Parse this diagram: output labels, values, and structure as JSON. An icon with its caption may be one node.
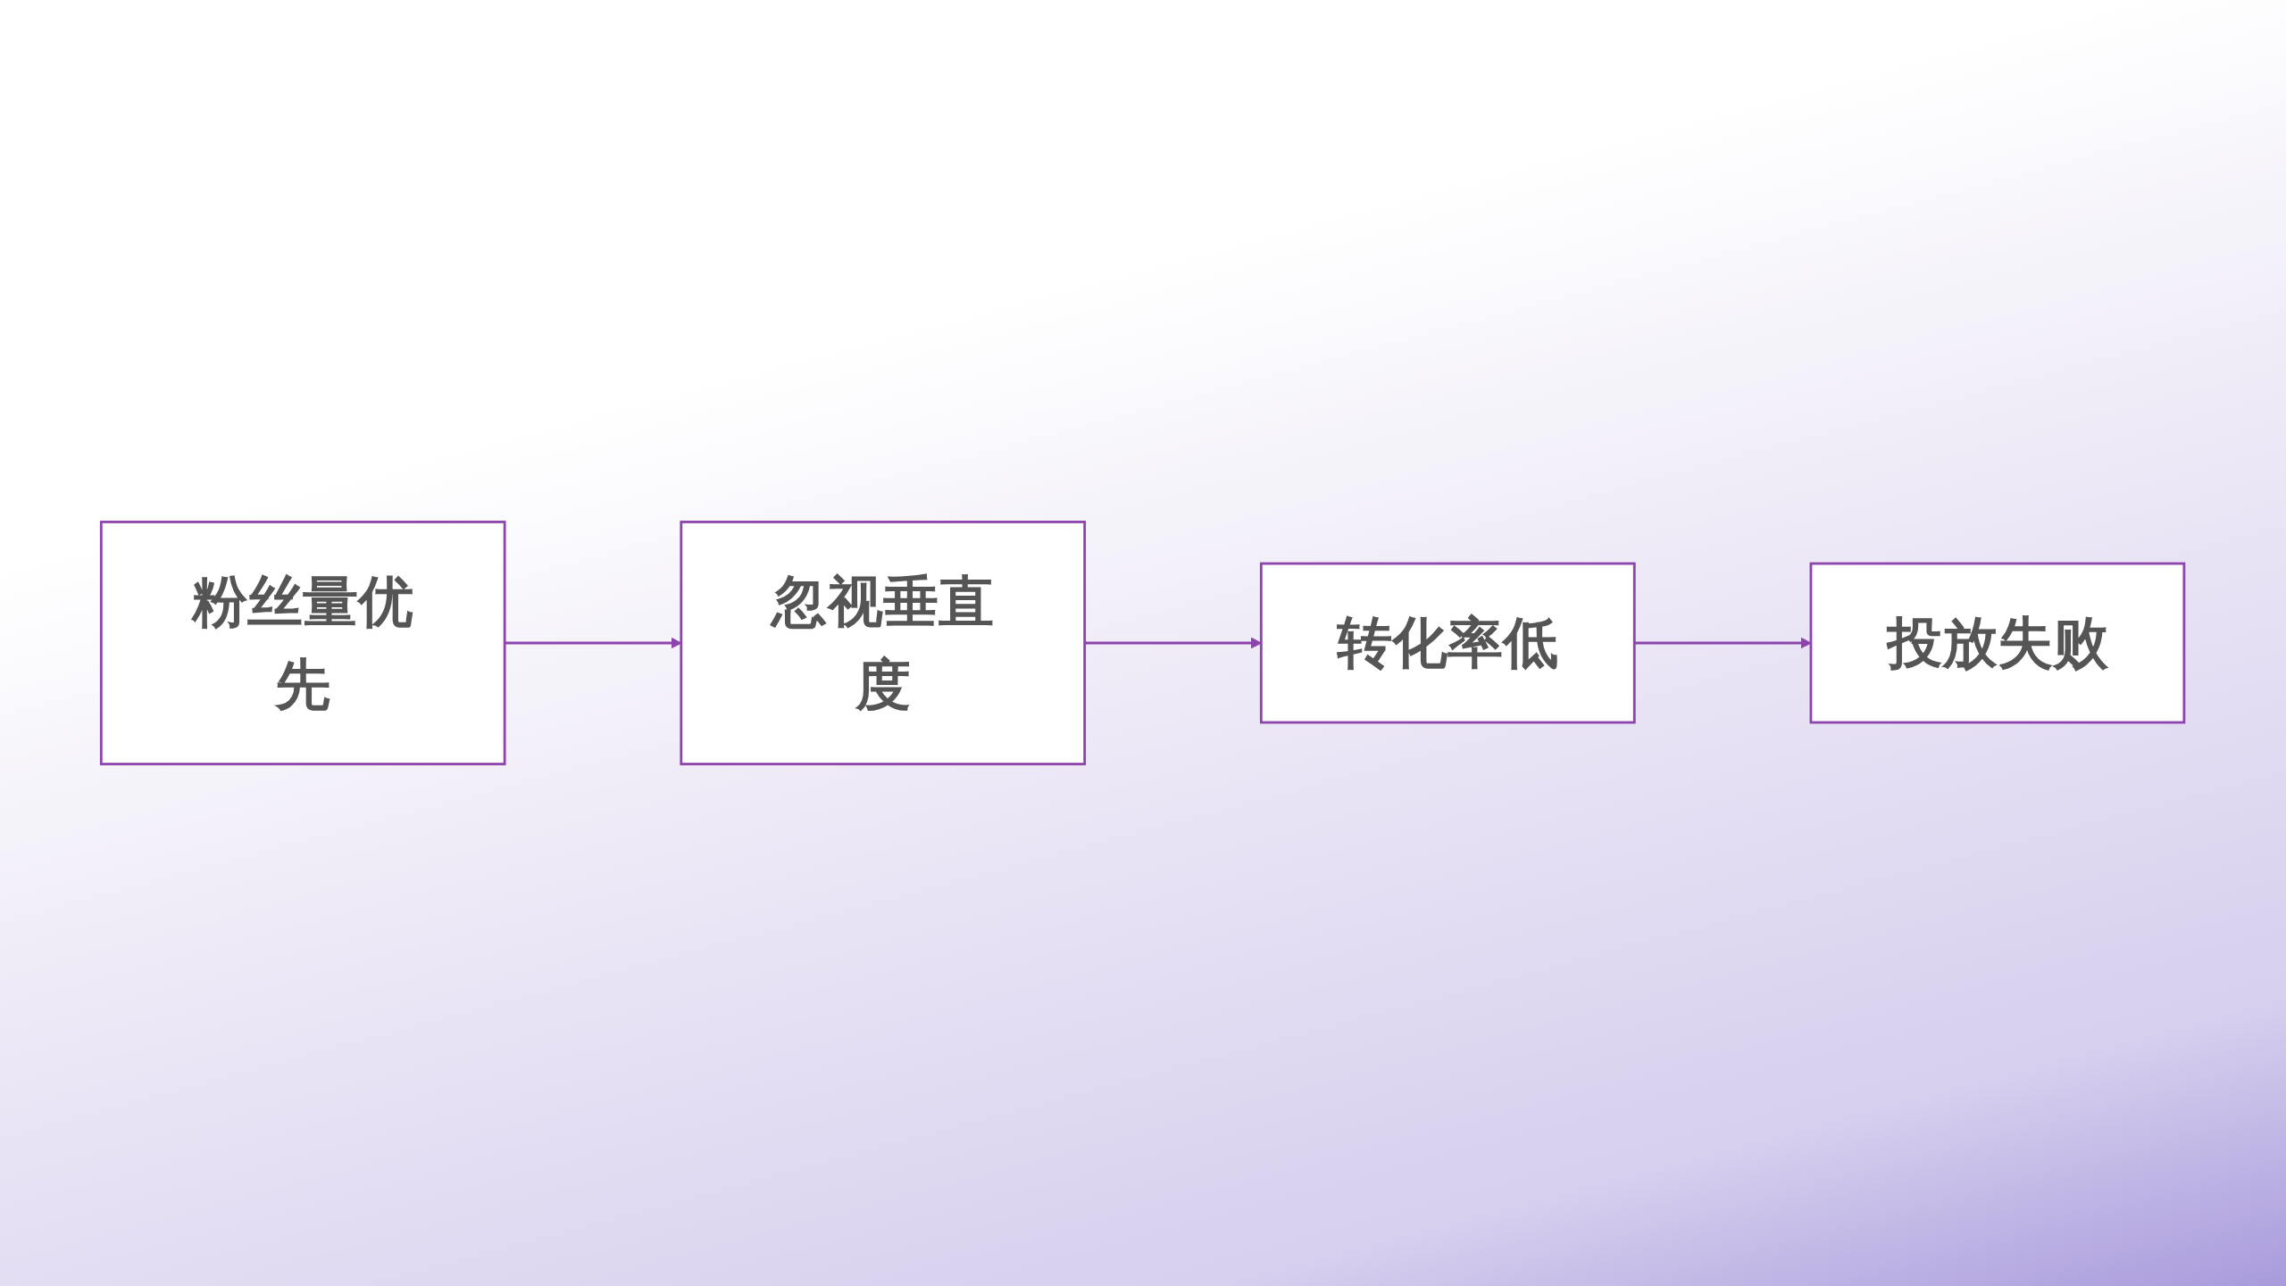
{
  "diagram": {
    "nodes": [
      {
        "text": [
          "粉丝量优先"
        ]
      },
      {
        "text": [
          "忽视垂直度"
        ]
      },
      {
        "text": [
          "转化率低"
        ]
      },
      {
        "text": [
          "投放失败"
        ]
      }
    ],
    "edges": [
      {
        "from": 0,
        "to": 1,
        "arrow": "to"
      },
      {
        "from": 1,
        "to": 2,
        "arrow": "to"
      },
      {
        "from": 2,
        "to": 3,
        "arrow": "to"
      }
    ]
  }
}
